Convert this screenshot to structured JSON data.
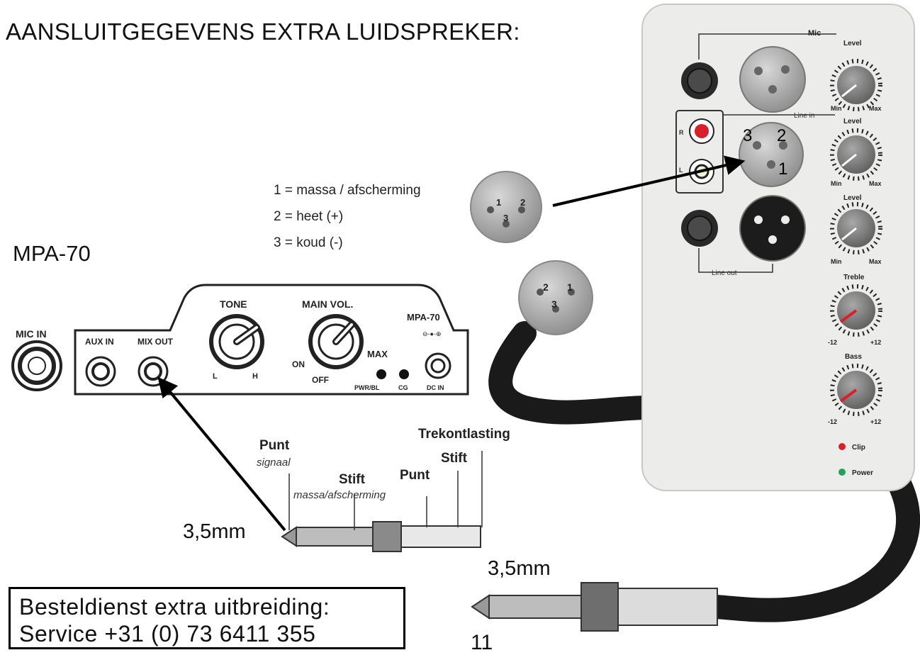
{
  "title": "AANSLUITGEGEVENS EXTRA LUIDSPREKER:",
  "model": "MPA-70",
  "pins": [
    "1 = massa / afscherming",
    "2 = heet (+)",
    "3 = koud (-)"
  ],
  "connector_size_left": "3,5mm",
  "connector_size_right": "3,5mm",
  "service": {
    "line1": "Besteldienst extra uitbreiding:",
    "line2": "Service +31 (0) 73 6411 355"
  },
  "page_number": "11",
  "mpa_panel": {
    "mic_in": "MIC IN",
    "aux_in": "AUX IN",
    "mix_out": "MIX OUT",
    "tone": "TONE",
    "tone_l": "L",
    "tone_h": "H",
    "main_vol": "MAIN VOL.",
    "on": "ON",
    "off": "OFF",
    "max": "MAX",
    "model": "MPA-70",
    "pwr": "PWR/BL",
    "cg": "CG",
    "dc_in": "DC IN"
  },
  "plug_labels": {
    "punt": "Punt",
    "signaal": "signaal",
    "stift": "Stift",
    "massa": "massa/afscherming",
    "punt2": "Punt",
    "stift2": "Stift",
    "trek": "Trekontlasting"
  },
  "xlr_pins": {
    "p1": "1",
    "p2": "2",
    "p3": "3"
  },
  "mixer": {
    "mic": "Mic",
    "line_in": "Line in",
    "line_out": "Line out",
    "level": "Level",
    "min": "Min",
    "max": "Max",
    "treble": "Treble",
    "bass": "Bass",
    "minus12": "-12",
    "plus12": "+12",
    "r": "R",
    "l": "L",
    "clip": "Clip",
    "power": "Power"
  },
  "colors": {
    "panel": "#ececea",
    "cable": "#1a1a1a",
    "knob": "#7a7a7a",
    "red": "#d8202a",
    "green": "#1fa35a"
  }
}
